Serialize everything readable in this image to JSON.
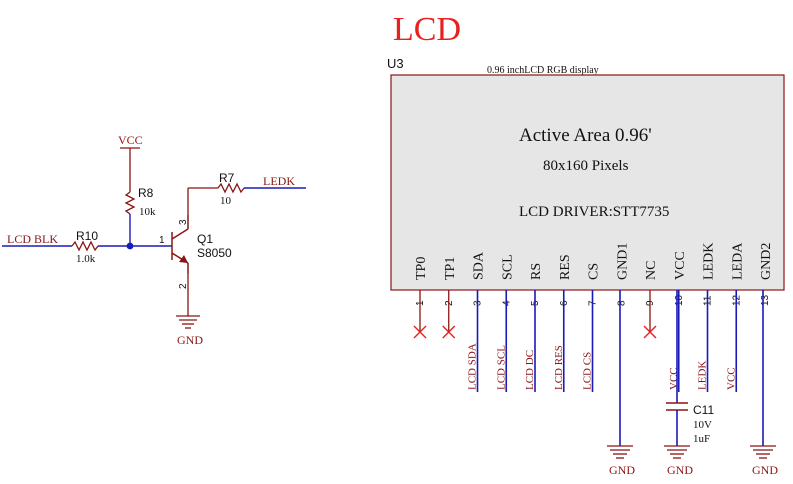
{
  "title": "LCD",
  "colors": {
    "title": "#e8201e",
    "wire": "#1a1ab8",
    "net": "#8b1414",
    "body_fill": "#e6e6e6",
    "body_stroke": "#8b1414",
    "component": "#8b1414",
    "nc_mark": "#e8201e",
    "text": "#111111"
  },
  "u3": {
    "designator": "U3",
    "description": "0.96 inchLCD RGB display",
    "active_area": "Active Area 0.96'",
    "pixels": "80x160 Pixels",
    "driver": "LCD DRIVER:STT7735",
    "pins": [
      {
        "num": "1",
        "name": "TP0",
        "net": "",
        "nc": true
      },
      {
        "num": "2",
        "name": "TP1",
        "net": "",
        "nc": true
      },
      {
        "num": "3",
        "name": "SDA",
        "net": "LCD SDA",
        "nc": false
      },
      {
        "num": "4",
        "name": "SCL",
        "net": "LCD SCL",
        "nc": false
      },
      {
        "num": "5",
        "name": "RS",
        "net": "LCD DC",
        "nc": false
      },
      {
        "num": "6",
        "name": "RES",
        "net": "LCD RES",
        "nc": false
      },
      {
        "num": "7",
        "name": "CS",
        "net": "LCD CS",
        "nc": false
      },
      {
        "num": "8",
        "name": "GND1",
        "net": "",
        "nc": false
      },
      {
        "num": "9",
        "name": "NC",
        "net": "",
        "nc": true
      },
      {
        "num": "10",
        "name": "VCC",
        "net": "VCC",
        "nc": false
      },
      {
        "num": "11",
        "name": "LEDK",
        "net": "LEDK",
        "nc": false
      },
      {
        "num": "12",
        "name": "LEDA",
        "net": "VCC",
        "nc": false
      },
      {
        "num": "13",
        "name": "GND2",
        "net": "",
        "nc": false
      }
    ]
  },
  "c11": {
    "ref": "C11",
    "voltage": "10V",
    "value": "1uF"
  },
  "r7": {
    "ref": "R7",
    "value": "10"
  },
  "r8": {
    "ref": "R8",
    "value": "10k"
  },
  "r10": {
    "ref": "R10",
    "value": "1.0k"
  },
  "q1": {
    "ref": "Q1",
    "part": "S8050",
    "pin_b": "1",
    "pin_e": "2",
    "pin_c": "3"
  },
  "nets": {
    "vcc": "VCC",
    "gnd": "GND",
    "ledk": "LEDK",
    "lcd_blk": "LCD BLK"
  }
}
